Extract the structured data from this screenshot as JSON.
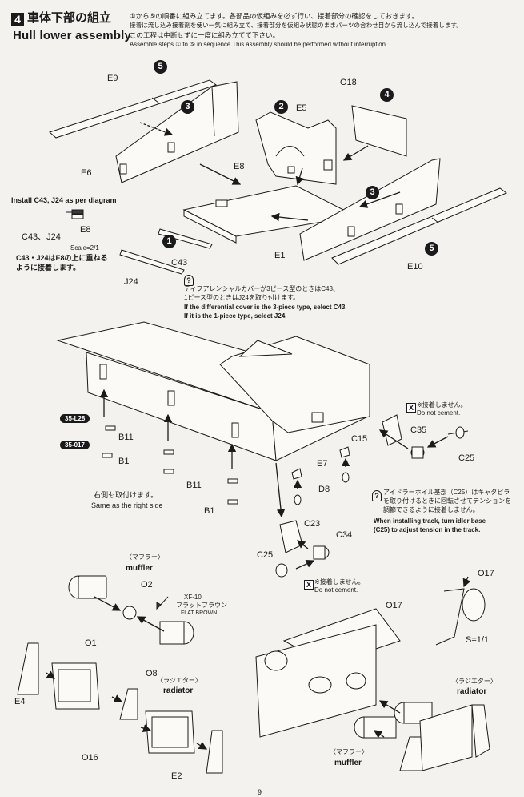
{
  "header": {
    "step_number": "4",
    "title_jp": "車体下部の組立",
    "title_en": "Hull lower assembly"
  },
  "instructions": {
    "jp_line1": "①から⑤の順番に組み立てます。各部品の仮組みを必ず行い、接着部分の確認をしておきます。",
    "jp_line2": "接着は流し込み接着剤を使い一気に組み立て、接着部分を仮組み状態のままパーツの合わせ目から流し込んで接着します。",
    "jp_line3": "この工程は中断せずに一度に組み立てて下さい。",
    "en_line1": "Assemble steps ① to ⑤ in sequence.This assembly should be performed without interruption."
  },
  "step_markers": [
    "1",
    "2",
    "3",
    "3",
    "4",
    "5",
    "5"
  ],
  "parts": {
    "E9": "E9",
    "E6": "E6",
    "E5": "E5",
    "E8": "E8",
    "O18": "O18",
    "E1": "E1",
    "E10": "E10",
    "C43": "C43",
    "J24": "J24",
    "C43_J24": "C43、J24",
    "E8_detail": "E8",
    "C15": "C15",
    "C35": "C35",
    "C25": "C25",
    "E7": "E7",
    "D8": "D8",
    "B11": "B11",
    "B1": "B1",
    "C23": "C23",
    "C34": "C34",
    "O2": "O2",
    "O1": "O1",
    "O17": "O17",
    "O8": "O8",
    "E4": "E4",
    "O16": "O16",
    "E2": "E2"
  },
  "notes": {
    "install_c43": "Install C43, J24 as per diagram",
    "scale_21": "Scale=2/1",
    "c43_jp_1": "C43・J24はE8の上に重ねる",
    "c43_jp_2": "ように接着します。",
    "diff_jp_1": "ディフアレンシャルカバーが3ピース型のときはC43、",
    "diff_jp_2": "1ピース型のときはJ24を取り付けます。",
    "diff_en_1": "If the differential cover is the 3-piece type, select C43.",
    "diff_en_2": "If it is the 1-piece type, select J24.",
    "ref_1": "35-L28",
    "ref_2": "35-017",
    "no_cement_jp": "※接着しません。",
    "no_cement_en": "Do not cement.",
    "right_side_jp": "右側も取付けます。",
    "right_side_en": "Same as the right side",
    "idler_jp_1": "アイドラーホイル基部（C25）はキャタピラ",
    "idler_jp_2": "を取り付けるときに回転させてテンションを",
    "idler_jp_3": "調節できるように接着しません。",
    "idler_en_1": "When installing track, turn idler base",
    "idler_en_2": "(C25) to adjust tension in the track.",
    "muffler_jp": "〈マフラー〉",
    "muffler_en": "muffler",
    "paint_code": "XF-10",
    "paint_jp": "フラットブラウン",
    "paint_en": "FLAT BROWN",
    "scale_11": "S=1/1",
    "radiator_jp": "〈ラジエター〉",
    "radiator_en": "radiator",
    "no_cement_mark": "X",
    "help_mark": "?"
  },
  "footer": {
    "page_number": "9"
  }
}
